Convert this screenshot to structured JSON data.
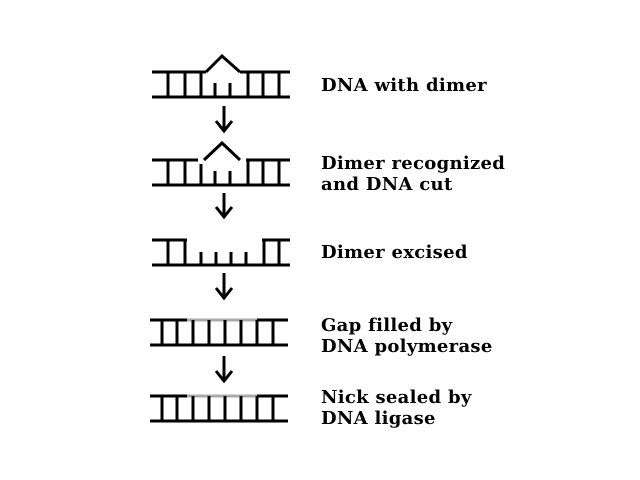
{
  "steps": [
    {
      "label_lines": [
        "DNA  with dimer"
      ]
    },
    {
      "label_lines": [
        "Dimer recognized",
        "and DNA cut"
      ]
    },
    {
      "label_lines": [
        "Dimer excised"
      ]
    },
    {
      "label_lines": [
        "Gap filled by",
        "DNA polymerase"
      ]
    },
    {
      "label_lines": [
        "Nick sealed by",
        "DNA ligase"
      ]
    }
  ],
  "colors": {
    "strand": "#000000",
    "new_dna": "#aaaaaa",
    "background": "#ffffff"
  }
}
